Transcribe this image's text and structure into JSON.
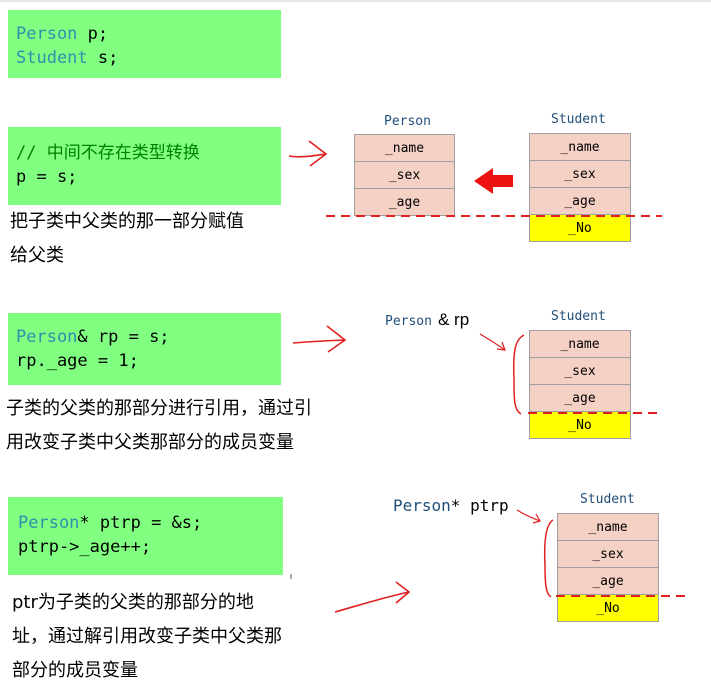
{
  "sections": [
    {
      "code": [
        [
          {
            "t": "Person",
            "c": "kw"
          },
          {
            "t": " p;",
            "c": "txt"
          }
        ],
        [
          {
            "t": "Student",
            "c": "kw"
          },
          {
            "t": " s;",
            "c": "txt"
          }
        ]
      ]
    },
    {
      "code": [
        [
          {
            "t": "// 中间不存在类型转换",
            "c": "cm"
          }
        ],
        [
          {
            "t": "p = s;",
            "c": "txt"
          }
        ]
      ],
      "note": [
        "把子类中父类的那一部分赋值",
        "给父类"
      ]
    },
    {
      "code": [
        [
          {
            "t": "Person",
            "c": "kw"
          },
          {
            "t": "& rp = s;",
            "c": "txt"
          }
        ],
        [
          {
            "t": "rp._age = 1;",
            "c": "txt"
          }
        ]
      ],
      "note": [
        "子类的父类的那部分进行引用，通过引",
        "用改变子类中父类那部分的成员变量"
      ]
    },
    {
      "code": [
        [
          {
            "t": "Person",
            "c": "kw"
          },
          {
            "t": "* ptrp = &s;",
            "c": "txt"
          }
        ],
        [
          {
            "t": "ptrp->_age++;",
            "c": "txt"
          }
        ]
      ],
      "note": [
        "ptr为子类的父类的那部分的地",
        "址，通过解引用改变子类中父类那",
        "部分的成员变量"
      ]
    }
  ],
  "diagram1": {
    "person": {
      "title": "Person",
      "fields": [
        "_name",
        "_sex",
        "_age"
      ]
    },
    "student": {
      "title": "Student",
      "fields": [
        "_name",
        "_sex",
        "_age",
        "_No"
      ]
    }
  },
  "diagram2": {
    "label_kw": "Person",
    "label_rest": "& rp",
    "student": {
      "title": "Student",
      "fields": [
        "_name",
        "_sex",
        "_age",
        "_No"
      ]
    }
  },
  "diagram3": {
    "label_kw": "Person",
    "label_rest": "* ptrp",
    "student": {
      "title": "Student",
      "fields": [
        "_name",
        "_sex",
        "_age",
        "_No"
      ]
    }
  },
  "colors": {
    "code_bg": "#80ff80",
    "keyword": "#2b91af",
    "comment": "#008000",
    "field_bg": "#f5d0c5",
    "no_bg": "#ffff00",
    "annotation": "#e02020"
  }
}
